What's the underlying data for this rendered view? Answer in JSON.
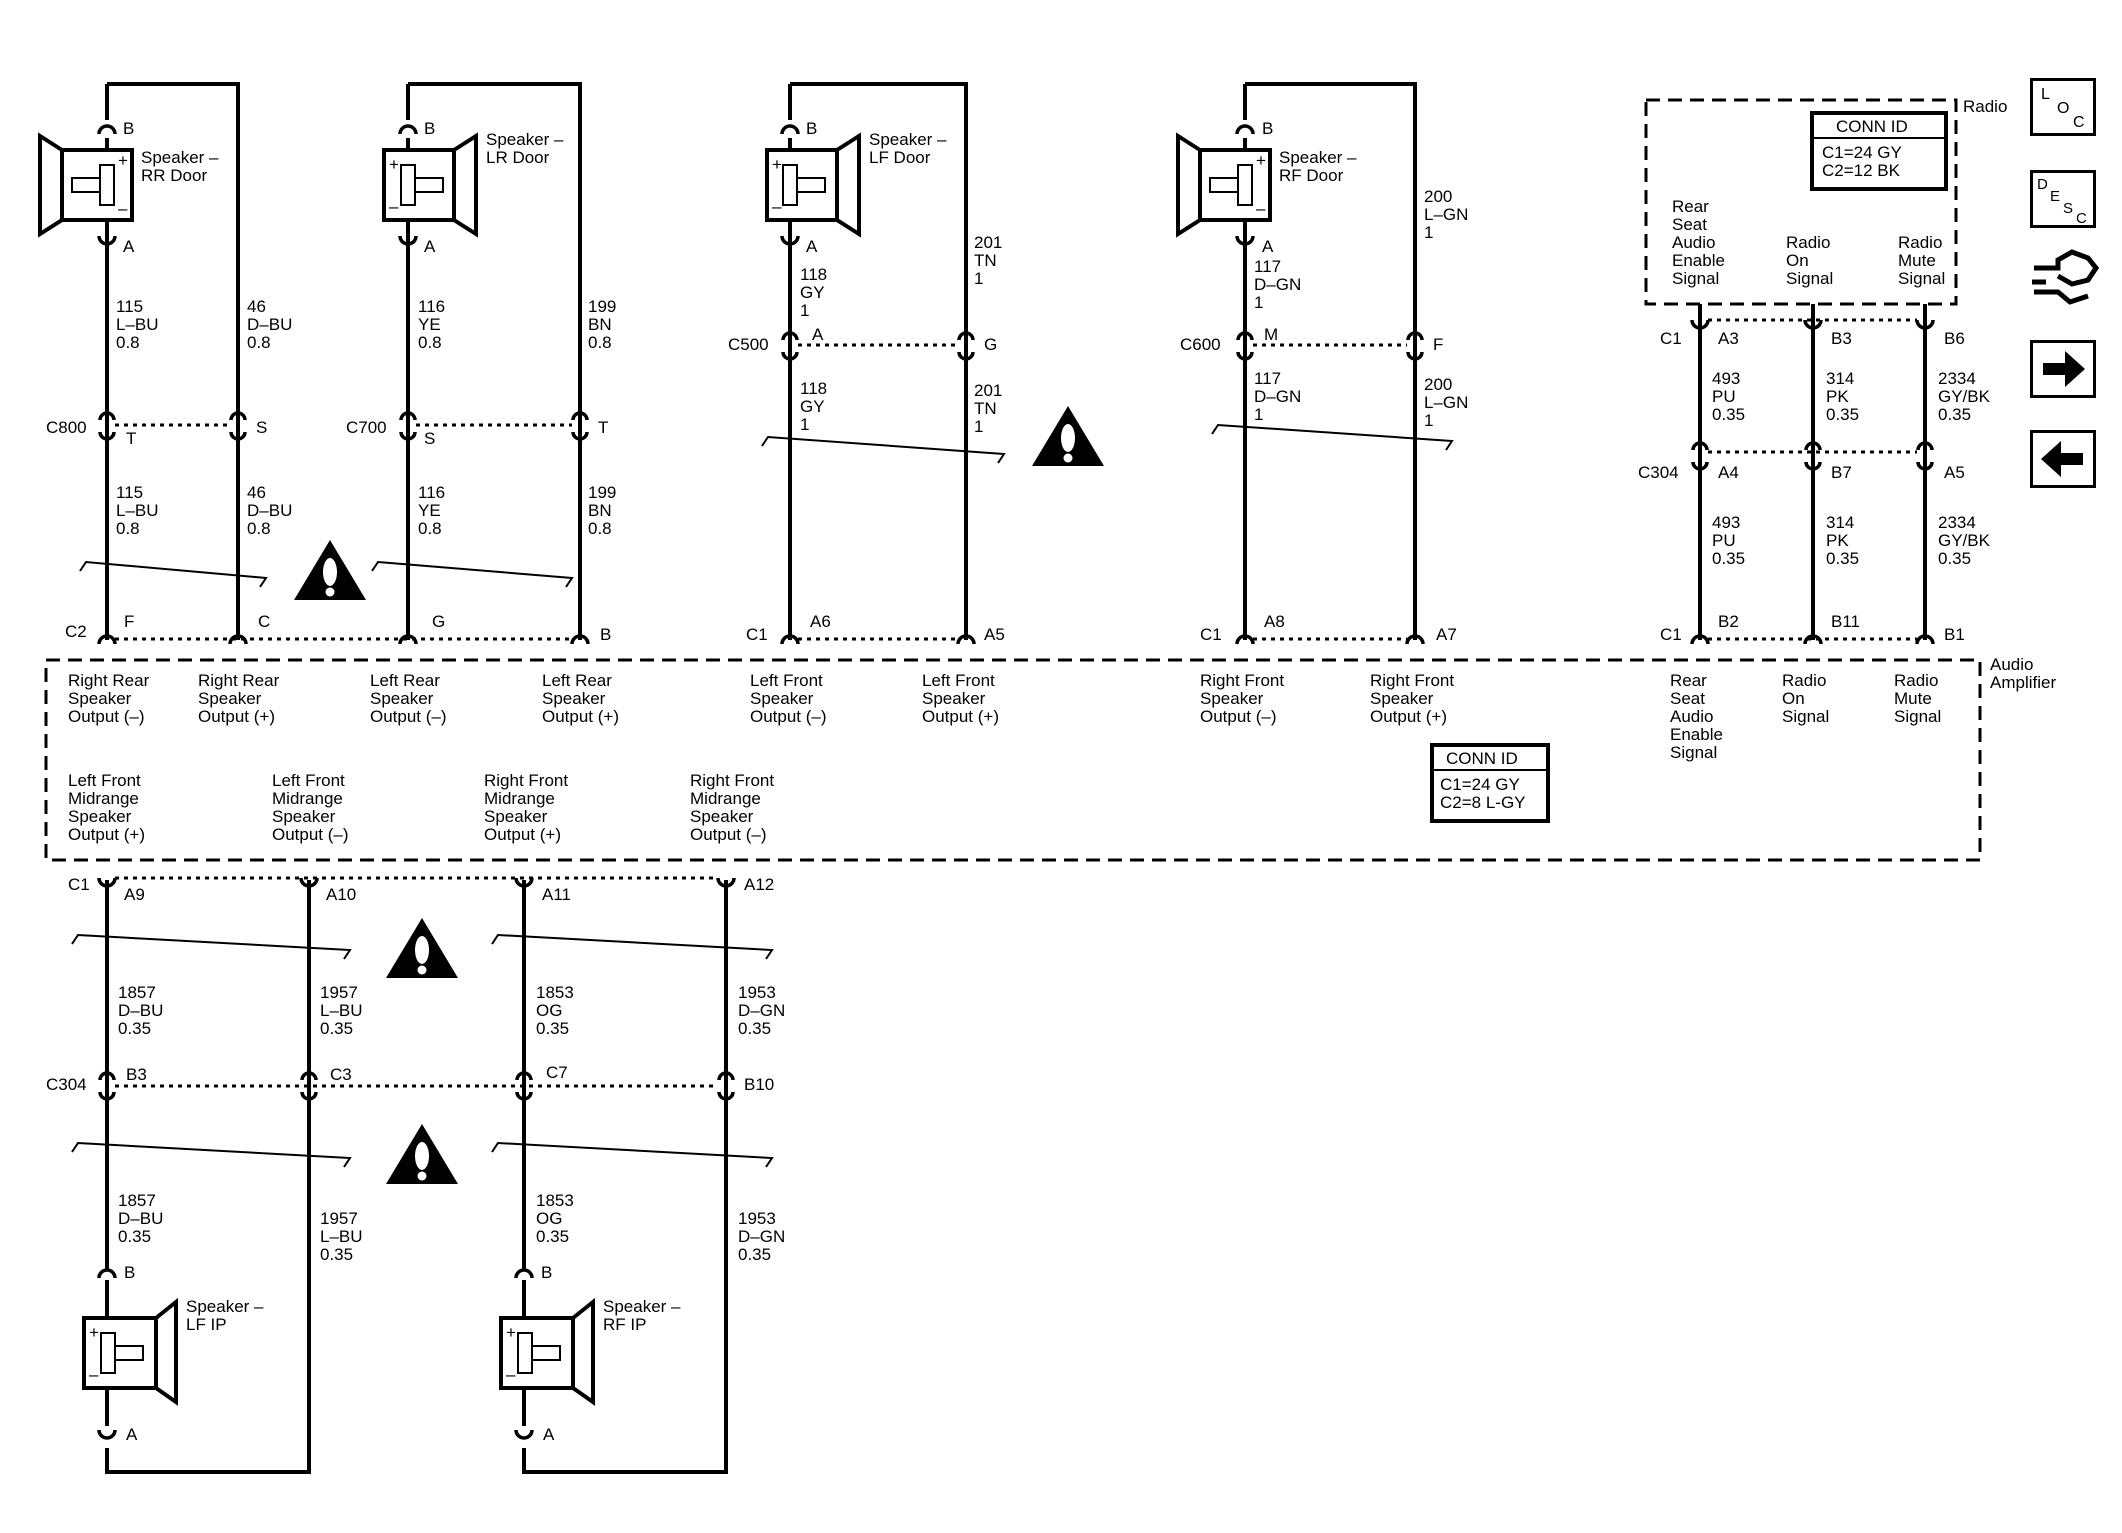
{
  "labels": {
    "radio": "Radio",
    "audio_amplifier": [
      "Audio",
      "Amplifier"
    ]
  },
  "conn_id_radio": {
    "title": "CONN ID",
    "lines": [
      "C1=24 GY",
      "C2=12 BK"
    ]
  },
  "conn_id_amp": {
    "title": "CONN ID",
    "lines": [
      "C1=24 GY",
      "C2=8 L-GY"
    ]
  },
  "speakers": [
    {
      "label": [
        "Speaker –",
        "RR Door"
      ],
      "pin_top": "B",
      "pin_bot": "A"
    },
    {
      "label": [
        "Speaker –",
        "LR Door"
      ],
      "pin_top": "B",
      "pin_bot": "A"
    },
    {
      "label": [
        "Speaker –",
        "LF Door"
      ],
      "pin_top": "B",
      "pin_bot": "A"
    },
    {
      "label": [
        "Speaker –",
        "RF Door"
      ],
      "pin_top": "B",
      "pin_bot": "A"
    },
    {
      "label": [
        "Speaker –",
        "LF IP"
      ],
      "pin_top": "B",
      "pin_bot": "A"
    },
    {
      "label": [
        "Speaker –",
        "RF IP"
      ],
      "pin_top": "B",
      "pin_bot": "A"
    }
  ],
  "connectors": {
    "c800": "C800",
    "c700": "C700",
    "c500": "C500",
    "c600": "C600",
    "c304": "C304",
    "c2": "C2",
    "c1": "C1"
  },
  "pins": {
    "c800_t": "T",
    "c800_s": "S",
    "c700_s": "S",
    "c700_t": "T",
    "c500_a": "A",
    "c500_g": "G",
    "c600_m": "M",
    "c600_f": "F",
    "c2_f": "F",
    "c2_c": "C",
    "c2_g": "G",
    "c2_b": "B",
    "amp_a6": "A6",
    "amp_a5": "A5",
    "amp_a8": "A8",
    "amp_a7": "A7",
    "amp_b2": "B2",
    "amp_b11": "B11",
    "amp_b1": "B1",
    "radio_a3": "A3",
    "radio_b3": "B3",
    "radio_b6": "B6",
    "c304_a4": "A4",
    "c304_b7": "B7",
    "c304_a5": "A5",
    "amp_a9": "A9",
    "amp_a10": "A10",
    "amp_a11": "A11",
    "amp_a12": "A12",
    "c304_b3": "B3",
    "c304_c3": "C3",
    "c304_c7": "C7",
    "c304_b10": "B10"
  },
  "wires": {
    "w115": [
      "115",
      "L–BU",
      "0.8"
    ],
    "w46": [
      "46",
      "D–BU",
      "0.8"
    ],
    "w116": [
      "116",
      "YE",
      "0.8"
    ],
    "w199": [
      "199",
      "BN",
      "0.8"
    ],
    "w118": [
      "118",
      "GY",
      "1"
    ],
    "w201": [
      "201",
      "TN",
      "1"
    ],
    "w117": [
      "117",
      "D–GN",
      "1"
    ],
    "w200": [
      "200",
      "L–GN",
      "1"
    ],
    "w493": [
      "493",
      "PU",
      "0.35"
    ],
    "w314": [
      "314",
      "PK",
      "0.35"
    ],
    "w2334": [
      "2334",
      "GY/BK",
      "0.35"
    ],
    "w1857": [
      "1857",
      "D–BU",
      "0.35"
    ],
    "w1957": [
      "1957",
      "L–BU",
      "0.35"
    ],
    "w1853": [
      "1853",
      "OG",
      "0.35"
    ],
    "w1953": [
      "1953",
      "D–GN",
      "0.35"
    ]
  },
  "amp_outputs": [
    [
      "Right Rear",
      "Speaker",
      "Output (–)"
    ],
    [
      "Right Rear",
      "Speaker",
      "Output (+)"
    ],
    [
      "Left Rear",
      "Speaker",
      "Output (–)"
    ],
    [
      "Left Rear",
      "Speaker",
      "Output (+)"
    ],
    [
      "Left Front",
      "Speaker",
      "Output (–)"
    ],
    [
      "Left Front",
      "Speaker",
      "Output (+)"
    ],
    [
      "Right Front",
      "Speaker",
      "Output (–)"
    ],
    [
      "Right Front",
      "Speaker",
      "Output (+)"
    ]
  ],
  "amp_inputs": [
    [
      "Rear",
      "Seat",
      "Audio",
      "Enable",
      "Signal"
    ],
    [
      "Radio",
      "On",
      "Signal"
    ],
    [
      "Radio",
      "Mute",
      "Signal"
    ]
  ],
  "radio_outputs": [
    [
      "Rear",
      "Seat",
      "Audio",
      "Enable",
      "Signal"
    ],
    [
      "Radio",
      "On",
      "Signal"
    ],
    [
      "Radio",
      "Mute",
      "Signal"
    ]
  ],
  "midrange_outputs": [
    [
      "Left Front",
      "Midrange",
      "Speaker",
      "Output (+)"
    ],
    [
      "Left Front",
      "Midrange",
      "Speaker",
      "Output (–)"
    ],
    [
      "Right Front",
      "Midrange",
      "Speaker",
      "Output (+)"
    ],
    [
      "Right Front",
      "Midrange",
      "Speaker",
      "Output (–)"
    ]
  ],
  "side_icons": [
    "location-icon",
    "description-icon",
    "harness-icon",
    "next-arrow-icon",
    "back-arrow-icon"
  ],
  "side_icon_text": {
    "loc": [
      "L",
      "O",
      "C"
    ],
    "desc": [
      "D",
      "E",
      "S",
      "C"
    ]
  }
}
